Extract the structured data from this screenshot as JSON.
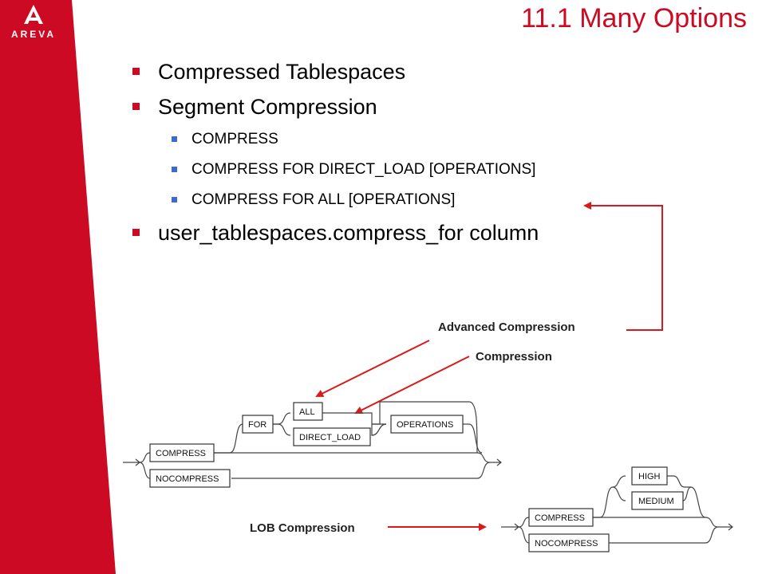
{
  "branding": {
    "logo_text": "AREVA",
    "brand_color": "#cc0a24"
  },
  "title": "11.1 Many Options",
  "bullets": {
    "compressed_tablespaces": "Compressed Tablespaces",
    "segment_compression": "Segment Compression",
    "sub": [
      "COMPRESS",
      "COMPRESS FOR DIRECT_LOAD [OPERATIONS]",
      "COMPRESS FOR ALL [OPERATIONS]"
    ],
    "compress_for_column": "user_tablespaces.compress_for column"
  },
  "annotations": {
    "advanced": "Advanced Compression",
    "compression": "Compression",
    "lob": "LOB Compression"
  },
  "diagram_main": {
    "compress": "COMPRESS",
    "nocompress": "NOCOMPRESS",
    "for": "FOR",
    "all": "ALL",
    "direct_load": "DIRECT_LOAD",
    "operations": "OPERATIONS"
  },
  "diagram_lob": {
    "compress": "COMPRESS",
    "nocompress": "NOCOMPRESS",
    "high": "HIGH",
    "medium": "MEDIUM"
  }
}
